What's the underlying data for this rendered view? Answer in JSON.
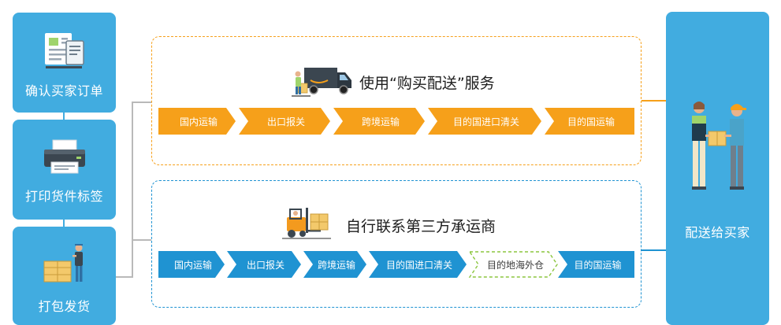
{
  "left_steps": [
    {
      "label": "确认买家订单",
      "icon": "order-form-icon"
    },
    {
      "label": "打印货件标签",
      "icon": "printer-icon"
    },
    {
      "label": "打包发货",
      "icon": "packing-worker-icon"
    }
  ],
  "right_card": {
    "label": "配送给买家",
    "icon": "delivery-handover-icon"
  },
  "panel_buy": {
    "title": "使用“购买配送”服务",
    "icon": "delivery-van-icon",
    "color": "#f6a01a",
    "steps": [
      "国内运输",
      "出口报关",
      "跨境运输",
      "目的国进口清关",
      "目的国运输"
    ]
  },
  "panel_self": {
    "title": "自行联系第三方承运商",
    "icon": "forklift-icon",
    "color": "#1f93d2",
    "steps": [
      "国内运输",
      "出口报关",
      "跨境运输",
      "目的国进口清关",
      "目的地海外仓",
      "目的国运输"
    ],
    "optional_step_index": 4
  },
  "colors": {
    "card_blue": "#41ace0",
    "orange": "#f6a01a",
    "blue": "#1f93d2",
    "connector_gray": "#b9b9b9",
    "optional_outline": "#8cc63f"
  }
}
